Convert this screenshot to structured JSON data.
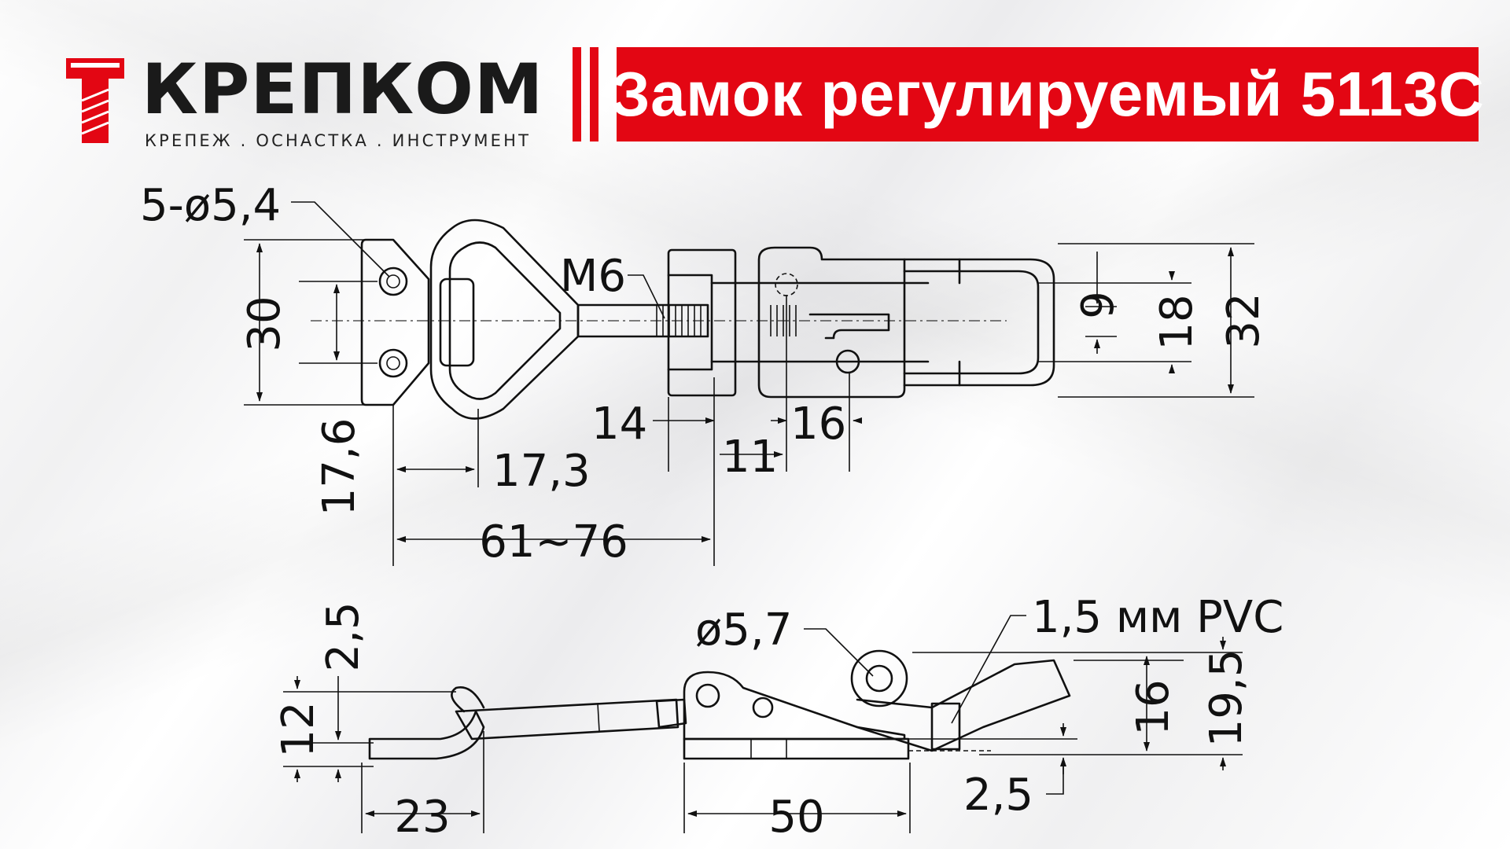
{
  "brand": {
    "name": "КРЕПКОМ",
    "tagline": "КРЕПЕЖ . ОСНАСТКА . ИНСТРУМЕНТ",
    "accent_color": "#e30613",
    "logo_icon": "bolt-icon"
  },
  "title": "Замок регулируемый 5113С",
  "top_view": {
    "hole_callout": "5-ø5,4",
    "thread_callout": "M6",
    "dim_height_outer": "30",
    "dim_height_inner": "17,6",
    "dim_offset": "17,3",
    "dim_length": "61~76",
    "dim_14": "14",
    "dim_11": "11",
    "dim_16": "16",
    "dim_9": "9",
    "dim_18": "18",
    "dim_32": "32"
  },
  "side_view": {
    "pin_callout": "ø5,7",
    "material_callout": "1,5 мм PVC",
    "dim_2_5_left": "2,5",
    "dim_12": "12",
    "dim_23": "23",
    "dim_50": "50",
    "dim_16": "16",
    "dim_19_5": "19,5",
    "dim_2_5_right": "2,5"
  }
}
